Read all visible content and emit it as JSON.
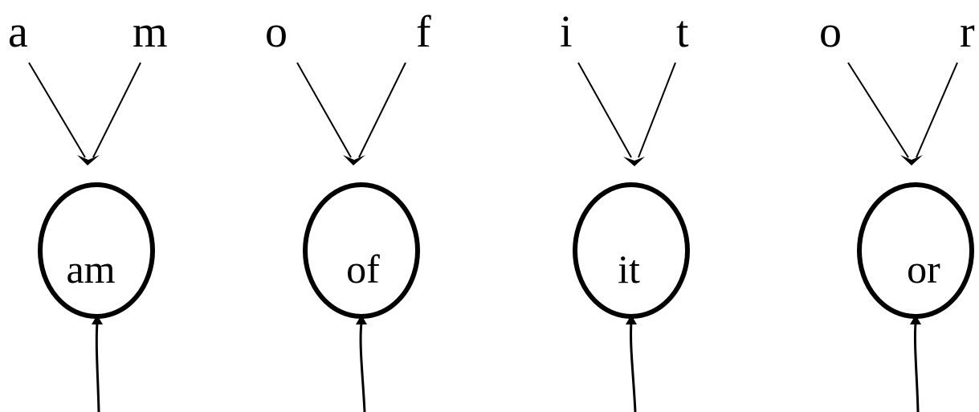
{
  "balloons": [
    {
      "letters": [
        "a",
        "m"
      ],
      "word": "am"
    },
    {
      "letters": [
        "o",
        "f"
      ],
      "word": "of"
    },
    {
      "letters": [
        "i",
        "t"
      ],
      "word": "it"
    },
    {
      "letters": [
        "o",
        "r"
      ],
      "word": "or"
    }
  ],
  "colors": {
    "ink": "#000000",
    "background": "#ffffff"
  }
}
